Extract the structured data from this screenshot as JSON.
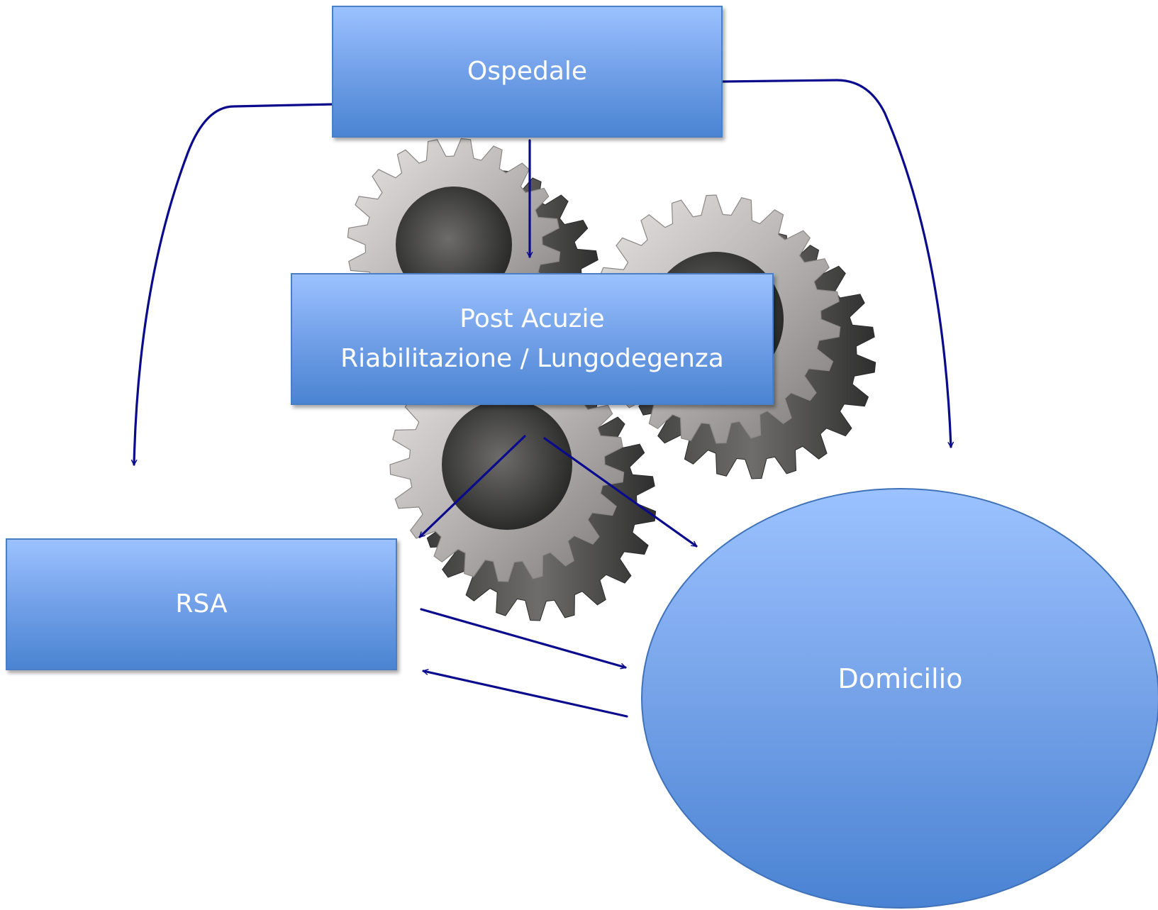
{
  "nodes": {
    "ospedale": {
      "label": "Ospedale"
    },
    "post_acuzie": {
      "line1": "Post Acuzie",
      "line2": "Riabilitazione / Lungodegenza"
    },
    "rsa": {
      "label": "RSA"
    },
    "domicilio": {
      "label": "Domicilio"
    }
  },
  "colors": {
    "arrow": "#0a0a8c",
    "box_top": "#9bc2ff",
    "box_bottom": "#4a84d2",
    "text": "#ffffff"
  },
  "icons": {
    "background": "gears-image"
  }
}
